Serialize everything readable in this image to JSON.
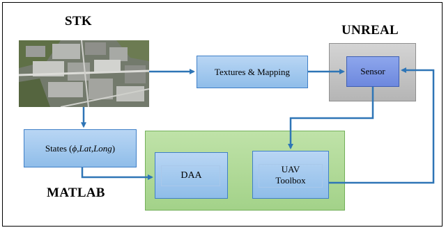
{
  "titles": {
    "stk": "STK",
    "unreal": "UNREAL",
    "matlab": "MATLAB"
  },
  "boxes": {
    "textures": "Textures & Mapping",
    "sensor": "Sensor",
    "states_prefix": "States (",
    "states_phi": "ϕ",
    "states_sep1": ", ",
    "states_lat": "Lat",
    "states_sep2": ", ",
    "states_long": "Long",
    "states_suffix": ")",
    "daa": "DAA",
    "uav_line1": "UAV",
    "uav_line2": "Toolbox"
  },
  "colors": {
    "arrow": "#2e75b6",
    "blue_box": "#9dc3e6",
    "green_box": "#a9d18e",
    "gray_box": "#bfbfbf",
    "sensor": "#7f96e0"
  }
}
